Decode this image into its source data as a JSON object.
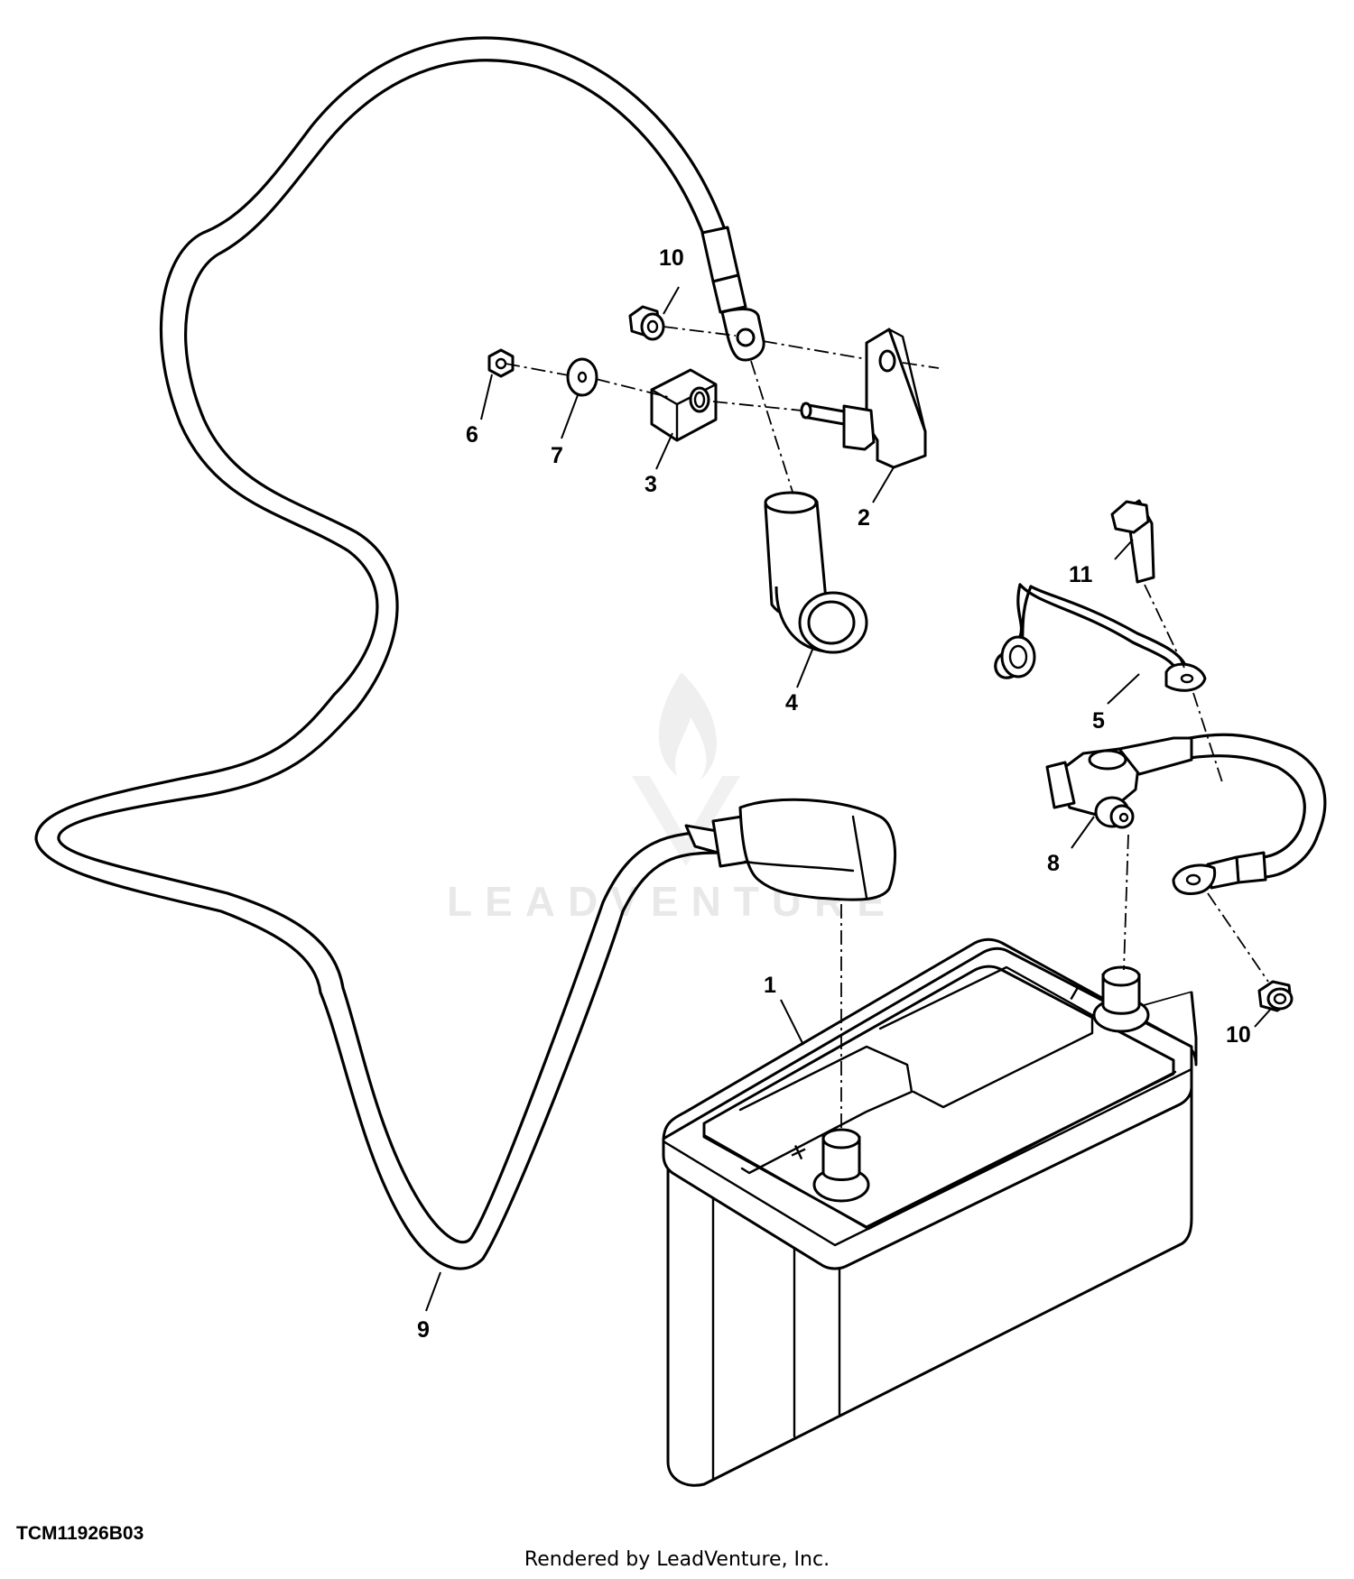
{
  "figure_code": "TCM11926B03",
  "credit": "Rendered by LeadVenture, Inc.",
  "watermark": "LEADVENTURE",
  "callouts": [
    {
      "id": "c1",
      "label": "1"
    },
    {
      "id": "c2",
      "label": "2"
    },
    {
      "id": "c3",
      "label": "3"
    },
    {
      "id": "c4",
      "label": "4"
    },
    {
      "id": "c5",
      "label": "5"
    },
    {
      "id": "c6",
      "label": "6"
    },
    {
      "id": "c7",
      "label": "7"
    },
    {
      "id": "c8",
      "label": "8"
    },
    {
      "id": "c9",
      "label": "9"
    },
    {
      "id": "c10a",
      "label": "10"
    },
    {
      "id": "c10b",
      "label": "10"
    },
    {
      "id": "c11",
      "label": "11"
    }
  ],
  "terminal_marks": {
    "positive": "+",
    "negative": "−"
  }
}
